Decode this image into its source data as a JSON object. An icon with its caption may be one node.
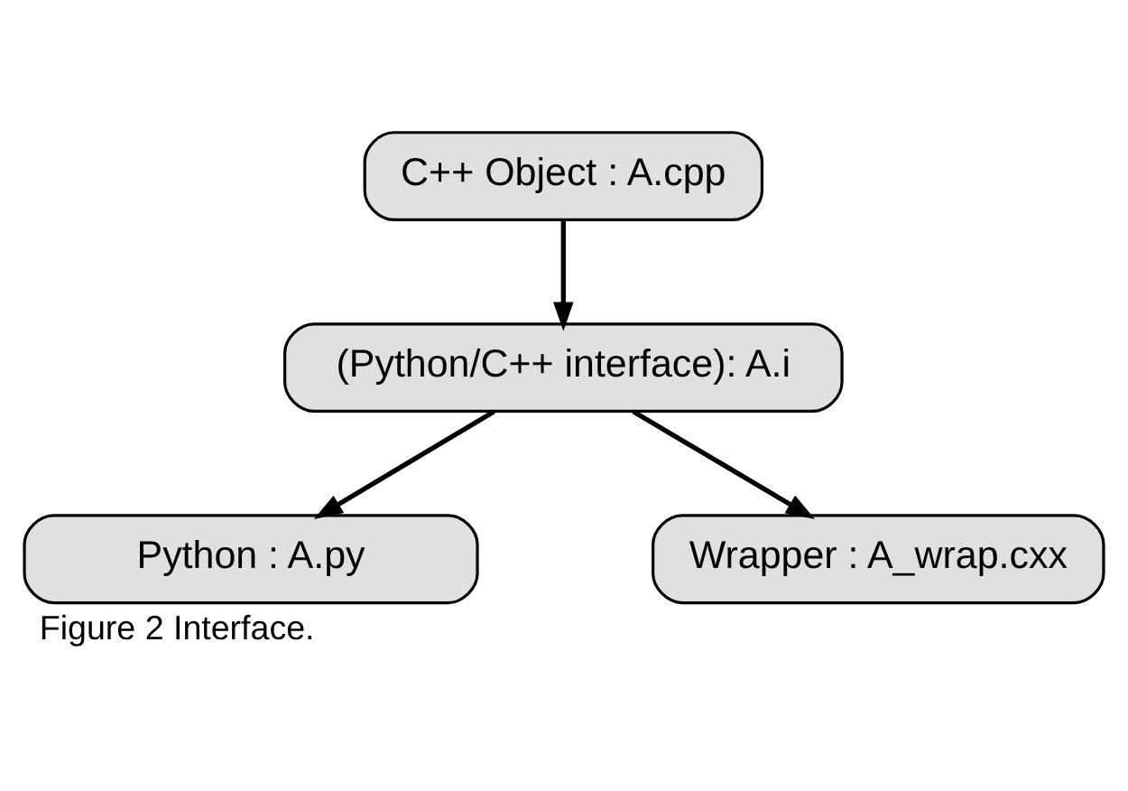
{
  "diagram": {
    "caption": "Figure 2 Interface.",
    "nodes": [
      {
        "text": [
          "C++ Object : A.cpp"
        ]
      },
      {
        "text": [
          "(Python/C++ interface): A.i"
        ]
      },
      {
        "text": [
          "Python : A.py"
        ]
      },
      {
        "text": [
          "Wrapper : A_wrap.cxx"
        ]
      }
    ],
    "edges": [
      {
        "from": 0,
        "to": 1,
        "arrow": "to"
      },
      {
        "from": 1,
        "to": 2,
        "arrow": "to"
      },
      {
        "from": 1,
        "to": 3,
        "arrow": "to"
      }
    ]
  }
}
